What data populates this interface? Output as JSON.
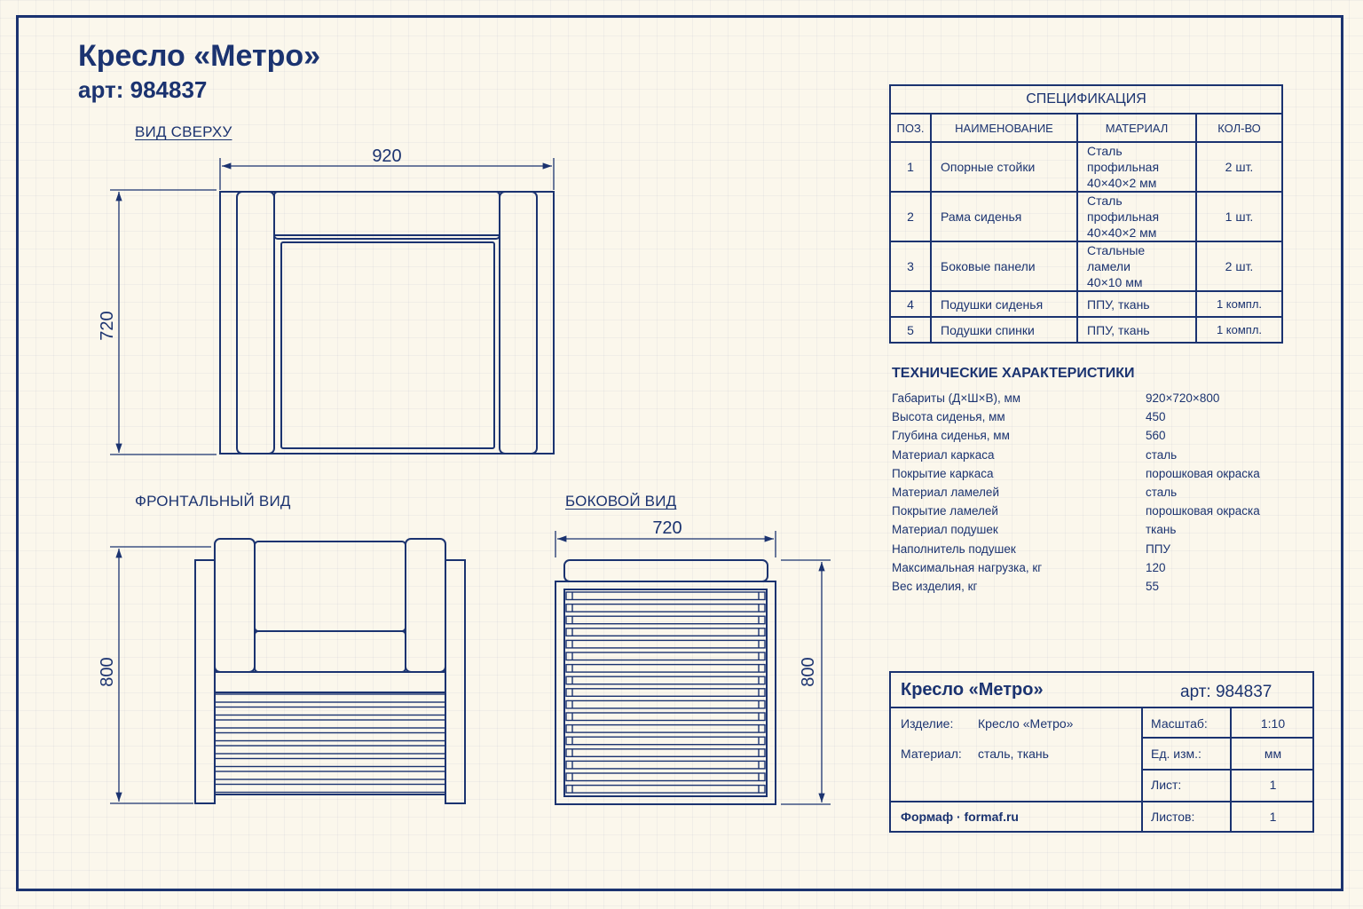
{
  "header": {
    "title": "Кресло «Метро»",
    "article": "арт: 984837"
  },
  "views": {
    "top": {
      "label": "ВИД СВЕРХУ",
      "width_dim": "920",
      "depth_dim": "720"
    },
    "front": {
      "label": "ФРОНТАЛЬНЫЙ ВИД",
      "height_dim": "800"
    },
    "side": {
      "label": "БОКОВОЙ ВИД",
      "width_dim": "720",
      "height_dim": "800"
    }
  },
  "spec": {
    "caption": "СПЕЦИФИКАЦИЯ",
    "columns": [
      "ПОЗ.",
      "НАИМЕНОВАНИЕ",
      "МАТЕРИАЛ",
      "КОЛ-ВО"
    ],
    "rows": [
      {
        "pos": "1",
        "name": "Опорные стойки",
        "mat1": "Сталь профильная",
        "mat2": "40×40×2 мм",
        "qty": "2 шт."
      },
      {
        "pos": "2",
        "name": "Рама сиденья",
        "mat1": "Сталь профильная",
        "mat2": "40×40×2 мм",
        "qty": "1 шт."
      },
      {
        "pos": "3",
        "name": "Боковые панели",
        "mat1": "Стальные ламели",
        "mat2": "40×10 мм",
        "qty": "2 шт."
      },
      {
        "pos": "4",
        "name": "Подушки сиденья",
        "mat1": "ППУ, ткань",
        "mat2": "",
        "qty": "1 компл."
      },
      {
        "pos": "5",
        "name": "Подушки спинки",
        "mat1": "ППУ, ткань",
        "mat2": "",
        "qty": "1 компл."
      }
    ]
  },
  "tech": {
    "title": "ТЕХНИЧЕСКИЕ ХАРАКТЕРИСТИКИ",
    "rows": [
      {
        "k": "Габариты (Д×Ш×В), мм",
        "v": "920×720×800"
      },
      {
        "k": "Высота сиденья, мм",
        "v": "450"
      },
      {
        "k": "Глубина сиденья, мм",
        "v": "560"
      },
      {
        "k": "Материал каркаса",
        "v": "сталь"
      },
      {
        "k": "Покрытие каркаса",
        "v": "порошковая окраска"
      },
      {
        "k": "Материал ламелей",
        "v": "сталь"
      },
      {
        "k": "Покрытие ламелей",
        "v": "порошковая окраска"
      },
      {
        "k": "Материал подушек",
        "v": "ткань"
      },
      {
        "k": "Наполнитель подушек",
        "v": "ППУ"
      },
      {
        "k": "Максимальная нагрузка, кг",
        "v": "120"
      },
      {
        "k": "Вес изделия, кг",
        "v": "55"
      }
    ]
  },
  "title_block": {
    "name": "Кресло «Метро»",
    "article": "арт: 984837",
    "product_label": "Изделие:",
    "product_value": "Кресло «Метро»",
    "material_label": "Материал:",
    "material_value": "сталь, ткань",
    "company": "Формаф · formaf.ru",
    "scale_label": "Масштаб:",
    "scale_value": "1:10",
    "unit_label": "Ед. изм.:",
    "unit_value": "мм",
    "sheet_label": "Лист:",
    "sheet_value": "1",
    "sheets_label": "Листов:",
    "sheets_value": "1"
  },
  "colors": {
    "ink": "#1b3370",
    "paper": "#fbf7ec"
  }
}
